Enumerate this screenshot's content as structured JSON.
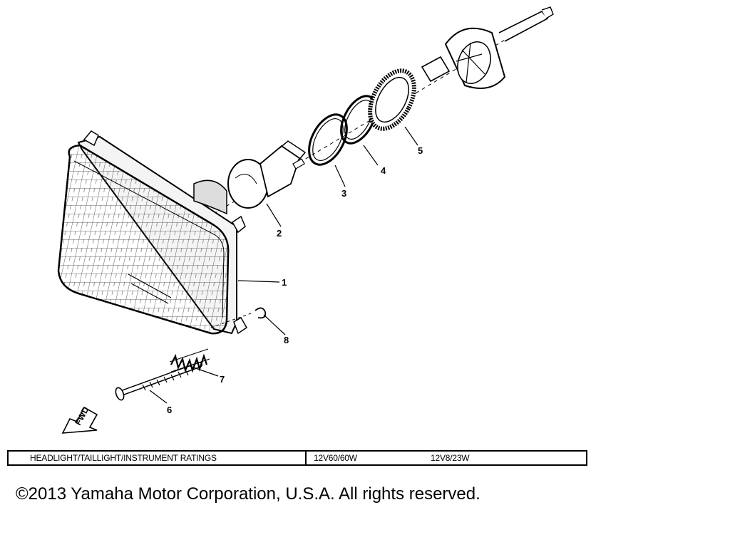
{
  "diagram": {
    "callouts": [
      {
        "id": "1",
        "label": "1"
      },
      {
        "id": "2",
        "label": "2"
      },
      {
        "id": "3",
        "label": "3"
      },
      {
        "id": "4",
        "label": "4"
      },
      {
        "id": "5",
        "label": "5"
      },
      {
        "id": "6",
        "label": "6"
      },
      {
        "id": "7",
        "label": "7"
      },
      {
        "id": "8",
        "label": "8"
      }
    ],
    "direction_marker": "FWD"
  },
  "ratings": {
    "label": "HEADLIGHT/TAILLIGHT/INSTRUMENT RATINGS",
    "headlight_value": "12V60/60W",
    "taillight_value": "12V8/23W"
  },
  "copyright": "©2013 Yamaha Motor Corporation, U.S.A. All rights reserved."
}
